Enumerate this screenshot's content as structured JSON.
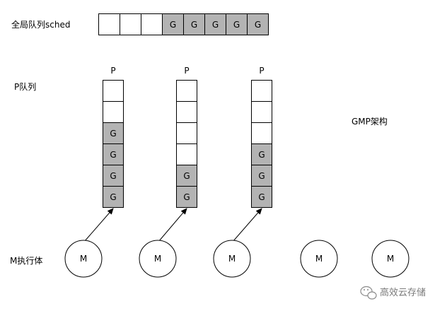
{
  "labels": {
    "global_queue": "全局队列sched",
    "p_queue": "P队列",
    "m_executor": "M执行体",
    "gmp": "GMP架构",
    "p_header": "P"
  },
  "queue_slot_text": "G",
  "thread_text": "M",
  "watermark": "高效云存储",
  "colors": {
    "filled": "#b3b3b3",
    "empty": "#ffffff",
    "stroke": "#000000"
  },
  "global_queue": [
    "empty",
    "empty",
    "empty",
    "G",
    "G",
    "G",
    "G",
    "G"
  ],
  "p_queues": [
    {
      "header": "P",
      "slots": [
        "empty",
        "empty",
        "G",
        "G",
        "G",
        "G"
      ],
      "bound_m": true
    },
    {
      "header": "P",
      "slots": [
        "empty",
        "empty",
        "empty",
        "empty",
        "G",
        "G"
      ],
      "bound_m": true
    },
    {
      "header": "P",
      "slots": [
        "empty",
        "empty",
        "empty",
        "G",
        "G",
        "G"
      ],
      "bound_m": true
    }
  ],
  "m_threads": [
    {
      "label": "M",
      "bound": true
    },
    {
      "label": "M",
      "bound": true
    },
    {
      "label": "M",
      "bound": true
    },
    {
      "label": "M",
      "bound": false
    },
    {
      "label": "M",
      "bound": false
    }
  ]
}
